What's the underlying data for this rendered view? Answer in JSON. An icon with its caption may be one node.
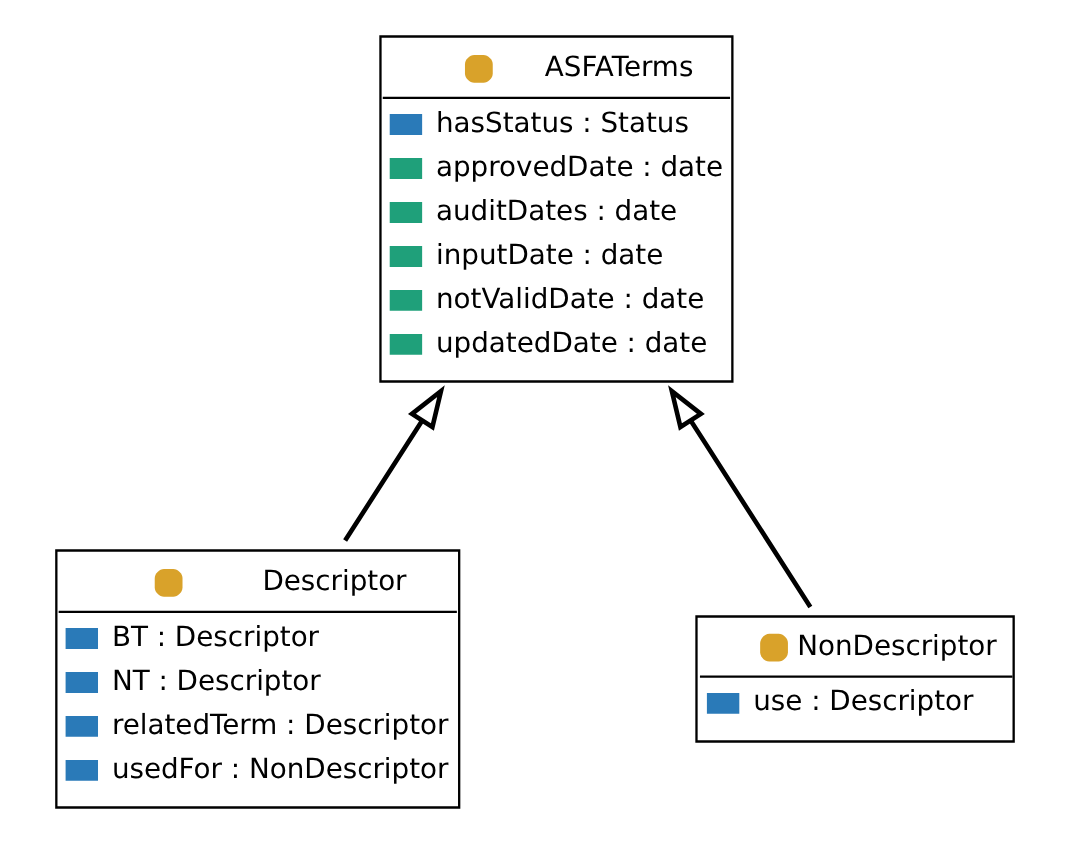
{
  "diagram": {
    "nodes": [
      {
        "text": [
          "ASFATerms",
          "hasStatus : Status",
          "approvedDate : date",
          "auditDates : date",
          "inputDate : date",
          "notValidDate : date",
          "updatedDate : date"
        ]
      },
      {
        "text": [
          "Descriptor",
          "BT : Descriptor",
          "NT : Descriptor",
          "relatedTerm : Descriptor",
          "usedFor : NonDescriptor"
        ]
      },
      {
        "text": [
          "NonDescriptor",
          "use : Descriptor"
        ]
      }
    ],
    "edges": [
      {
        "from": 1,
        "to": 0,
        "arrow": "to"
      },
      {
        "from": 2,
        "to": 0,
        "arrow": "to"
      }
    ]
  }
}
